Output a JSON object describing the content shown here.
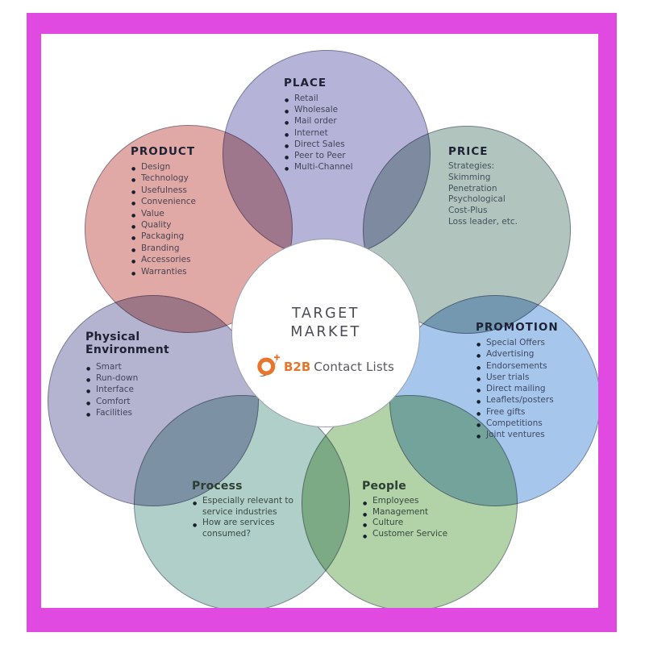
{
  "frame": {
    "border_color": "#e04ae0"
  },
  "center": {
    "title_line1": "TARGET",
    "title_line2": "MARKET",
    "logo": {
      "b2b": "B2B",
      "name": "Contact Lists",
      "orange": "#e8752c",
      "gray": "#57585c"
    }
  },
  "sections": [
    {
      "id": "place",
      "title": "PLACE",
      "color": "#b5b3d7",
      "items": [
        "Retail",
        "Wholesale",
        "Mail order",
        "Internet",
        "Direct Sales",
        "Peer to Peer",
        "Multi-Channel"
      ]
    },
    {
      "id": "price",
      "title": "PRICE",
      "color": "#b1c4be",
      "items": [
        "Strategies:",
        "Skimming",
        "Penetration",
        "Psychological",
        "Cost-Plus",
        "Loss leader, etc."
      ]
    },
    {
      "id": "promotion",
      "title": "PROMOTION",
      "color": "#a6c6ec",
      "items": [
        "Special Offers",
        "Advertising",
        "Endorsements",
        "User trials",
        "Direct mailing",
        "Leaflets/posters",
        "Free gifts",
        "Competitions",
        "Joint ventures"
      ]
    },
    {
      "id": "people",
      "title": "People",
      "color": "#b2d2a8",
      "items": [
        "Employees",
        "Management",
        "Culture",
        "Customer Service"
      ]
    },
    {
      "id": "process",
      "title": "Process",
      "color": "#b1cfc9",
      "items": [
        "Especially relevant to service industries",
        "How are services consumed?"
      ]
    },
    {
      "id": "physical",
      "title": "Physical Environment",
      "color": "#b4b3d0",
      "items": [
        "Smart",
        "Run-down",
        "Interface",
        "Comfort",
        "Facilities"
      ]
    },
    {
      "id": "product",
      "title": "PRODUCT",
      "color": "#e0a9a6",
      "items": [
        "Design",
        "Technology",
        "Usefulness",
        "Convenience",
        "Value",
        "Quality",
        "Packaging",
        "Branding",
        "Accessories",
        "Warranties"
      ]
    }
  ]
}
